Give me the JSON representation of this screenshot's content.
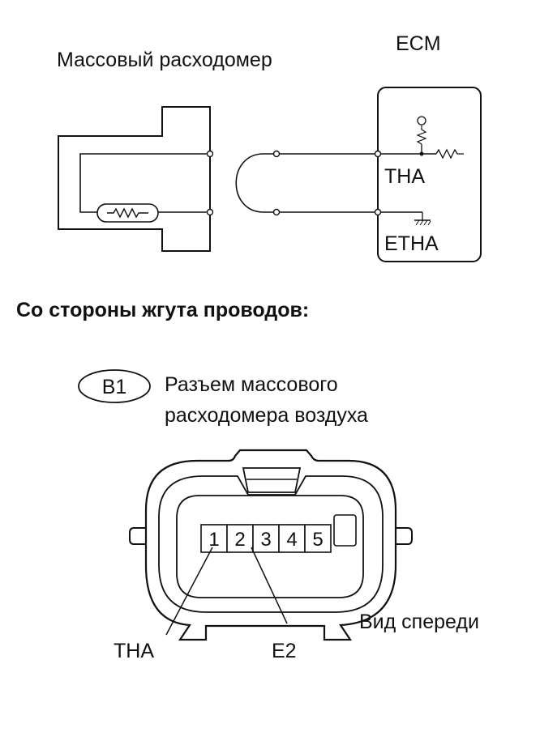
{
  "circuit": {
    "sensor_label": "Массовый расходомер",
    "ecm_label": "ECM",
    "tha_label": "THA",
    "etha_label": "ETHA"
  },
  "harness_heading": "Со стороны жгута проводов:",
  "connector": {
    "id": "B1",
    "title_line1": "Разъем массового",
    "title_line2": "расходомера воздуха",
    "pins": [
      "1",
      "2",
      "3",
      "4",
      "5"
    ],
    "callout_left": "THA",
    "callout_right": "E2",
    "view_label": "Вид спереди"
  },
  "colors": {
    "line": "#111111",
    "background": "#ffffff"
  }
}
